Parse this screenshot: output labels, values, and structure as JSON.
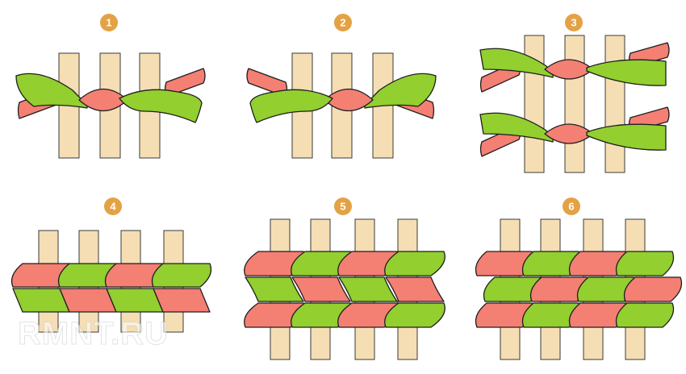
{
  "colors": {
    "stake_fill": "#f5deb3",
    "stake_stroke": "#3a3a3a",
    "green": "#92cf2f",
    "red": "#f47f73",
    "outline": "#1e1e1e",
    "badge": "#e3a245",
    "badge_text": "#ffffff",
    "background": "#ffffff"
  },
  "steps": [
    {
      "number": "1",
      "pattern": "twist-single"
    },
    {
      "number": "2",
      "pattern": "twist-single"
    },
    {
      "number": "3",
      "pattern": "twist-double"
    },
    {
      "number": "4",
      "pattern": "checker-two-rows"
    },
    {
      "number": "5",
      "pattern": "chevron-three-rows"
    },
    {
      "number": "6",
      "pattern": "checker-three-rows"
    }
  ],
  "watermark": "RMNT.RU"
}
